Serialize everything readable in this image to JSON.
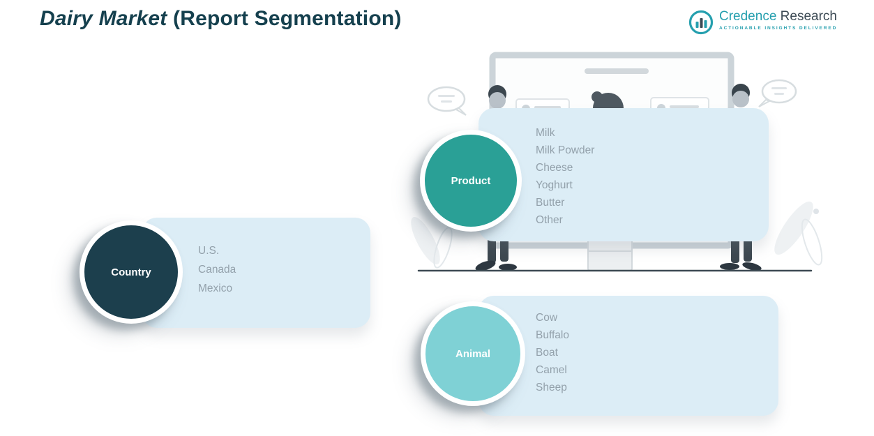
{
  "title": {
    "part1": "Dairy Market ",
    "part2": "(Report Segmentation)"
  },
  "logo": {
    "brand_primary": "Credence",
    "brand_secondary": " Research",
    "tagline": "Actionable Insights Delivered"
  },
  "segments": {
    "product": {
      "label": "Product",
      "items": [
        "Milk",
        "Milk Powder",
        "Cheese",
        "Yoghurt",
        "Butter",
        "Other"
      ]
    },
    "country": {
      "label": "Country",
      "items": [
        "U.S.",
        "Canada",
        "Mexico"
      ]
    },
    "animal": {
      "label": "Animal",
      "items": [
        "Cow",
        "Buffalo",
        "Boat",
        "Camel",
        "Sheep"
      ]
    }
  },
  "colors": {
    "title": "#15404e",
    "card_bg": "#dcedf6",
    "list_text": "#93a1ab",
    "product_circle": "#2aa096",
    "country_circle": "#1c3f4d",
    "animal_circle": "#7fd1d5",
    "brand_teal": "#259fae",
    "brand_dark": "#3c4a54"
  }
}
